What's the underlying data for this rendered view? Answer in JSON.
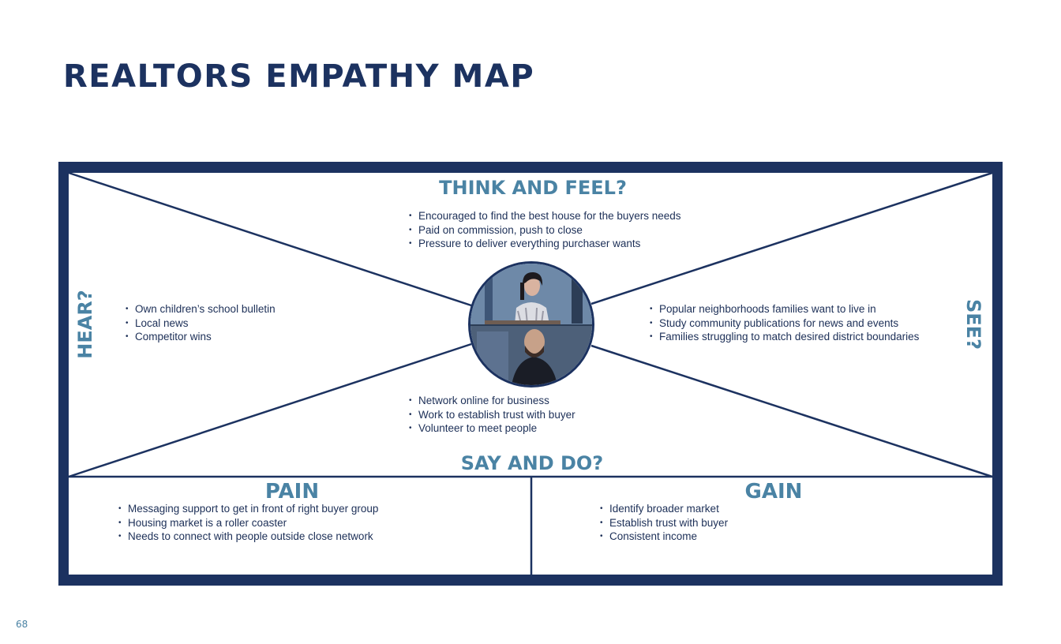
{
  "page": {
    "title": "REALTORS EMPATHY MAP",
    "number": "68"
  },
  "colors": {
    "frame": "#1c3260",
    "heading": "#4a83a4",
    "body_text": "#1c2f57"
  },
  "map": {
    "think_feel": {
      "heading": "THINK AND FEEL?",
      "items": [
        "Encouraged to find the best house for the buyers needs",
        "Paid on commission, push to close",
        "Pressure to deliver everything purchaser wants"
      ]
    },
    "hear": {
      "heading": "HEAR?",
      "items": [
        "Own children’s school bulletin",
        "Local news",
        "Competitor wins"
      ]
    },
    "see": {
      "heading": "SEE?",
      "items": [
        "Popular neighborhoods families want to live in",
        "Study  community publications for news and events",
        "Families struggling to match desired district boundaries"
      ]
    },
    "say_do": {
      "heading": "SAY AND DO?",
      "items": [
        "Network online for business",
        "Work to establish trust with buyer",
        "Volunteer to meet people"
      ]
    },
    "pain": {
      "heading": "PAIN",
      "items": [
        "Messaging support to get in front of right buyer group",
        "Housing market is a roller coaster",
        "Needs to connect with people outside close network"
      ]
    },
    "gain": {
      "heading": "GAIN",
      "items": [
        "Identify broader market",
        "Establish trust with buyer",
        "Consistent income"
      ]
    }
  }
}
